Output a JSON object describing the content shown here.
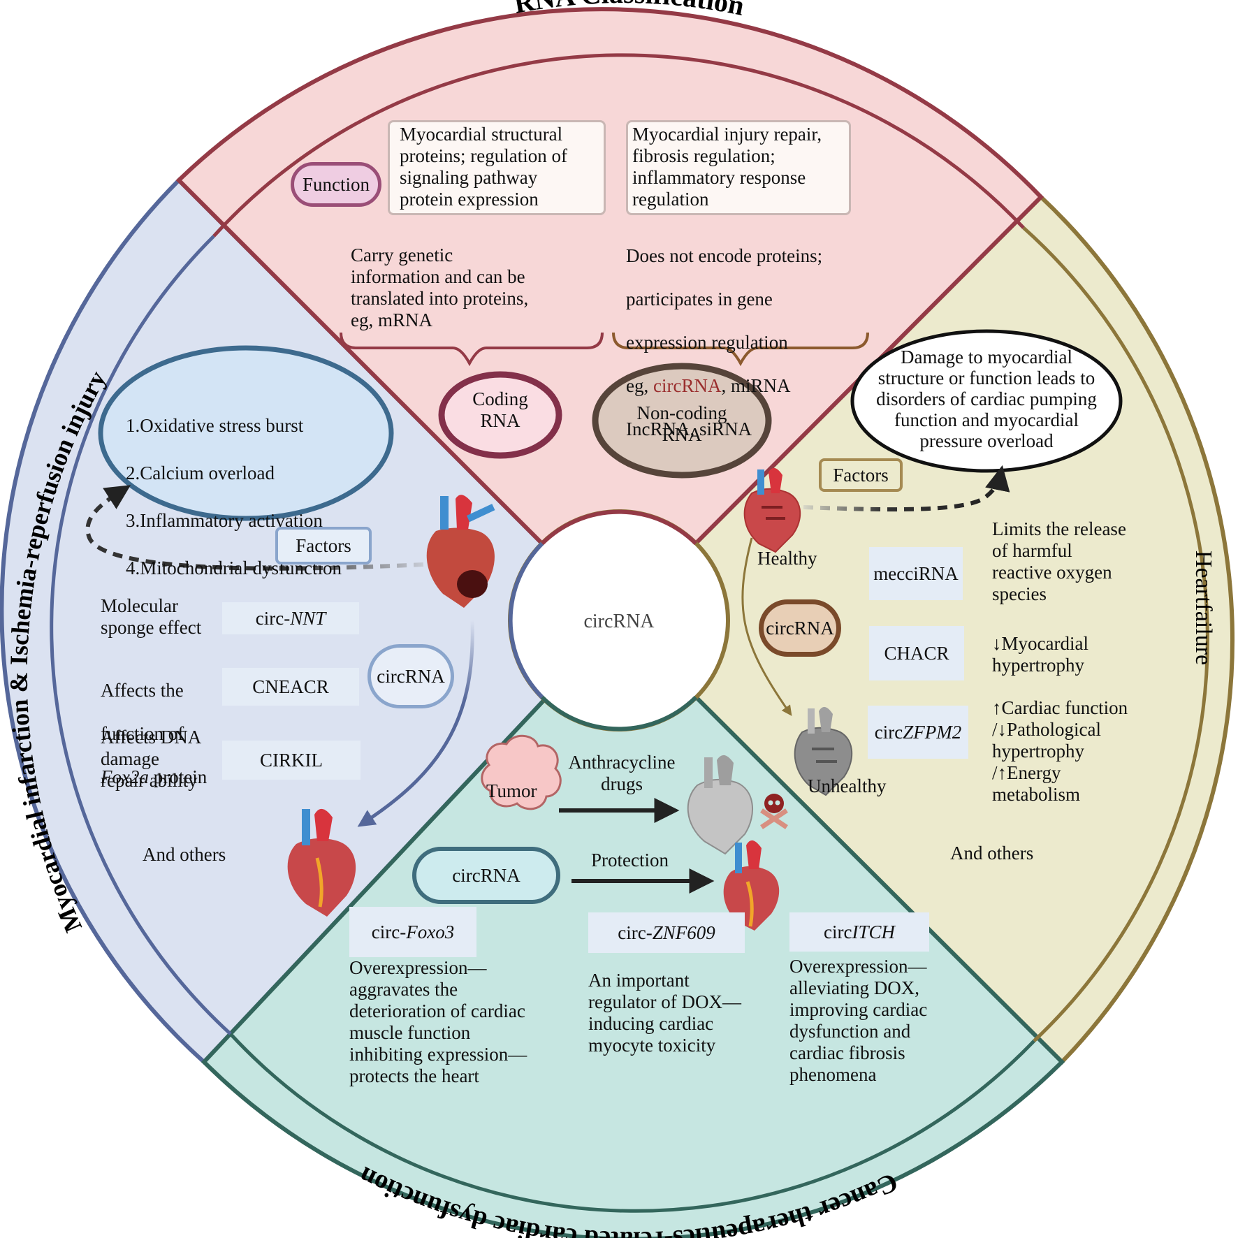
{
  "center": {
    "label": "circRNA"
  },
  "colors": {
    "rna_section_fill": "#f7d7d7",
    "rna_section_stroke": "#943a46",
    "mi_section_fill": "#dbe2f1",
    "mi_section_stroke": "#55679a",
    "hf_section_fill": "#eceacd",
    "hf_section_stroke": "#8c763a",
    "cancer_section_fill": "#c6e6e1",
    "cancer_section_stroke": "#33665c",
    "circrna_highlight": "#9a2e2e"
  },
  "rna_classification": {
    "title": "RNA Classification",
    "function_label": "Function",
    "coding_function": "Myocardial structural\nproteins; regulation of\nsignaling pathway\nprotein expression",
    "noncoding_function": "Myocardial injury repair,\nfibrosis regulation;\ninflammatory response\nregulation",
    "coding_desc": "Carry genetic\ninformation and can be\ntranslated into proteins,\neg, mRNA",
    "noncoding_desc_lines": [
      "Does not encode proteins;",
      "participates in gene",
      "expression regulation"
    ],
    "noncoding_examples_prefix": "eg, ",
    "noncoding_examples_highlight": "circRNA",
    "noncoding_examples_rest": ", miRNA",
    "noncoding_examples_line2": "IncRNA, siRNA",
    "coding_node": "Coding\nRNA",
    "noncoding_node": "Non-coding\nRNA"
  },
  "myocardial_infarction": {
    "title": "Myocardial infarction & Ischemia-reperfusion injury",
    "factors_list": [
      "1.Oxidative stress burst",
      "2.Calcium overload",
      "3.Inflammatory activation",
      "4.Mitochondrial dysfunction"
    ],
    "factors_label": "Factors",
    "circrna_label": "circRNA",
    "items": [
      {
        "effect": "Molecular\nsponge effect",
        "name_prefix": "circ-",
        "name_italic": "NNT",
        "name_suffix": ""
      },
      {
        "effect_line1": "Affects the",
        "effect_line2": "function of",
        "effect_italic": "Fox2a",
        "effect_tail": " protein",
        "name_prefix": "CNEACR",
        "name_italic": "",
        "name_suffix": ""
      },
      {
        "effect": "Affects DNA\ndamage\nrepair ability",
        "name_prefix": "CIRKIL",
        "name_italic": "",
        "name_suffix": ""
      }
    ],
    "and_others": "And others"
  },
  "heart_failure": {
    "title": "Heartfailure",
    "definition": "Damage to myocardial\nstructure or function leads to\ndisorders of cardiac pumping\nfunction and myocardial\npressure overload",
    "factors_label": "Factors",
    "healthy_label": "Healthy",
    "unhealthy_label": "Unhealthy",
    "circrna_label": "circRNA",
    "items": [
      {
        "name_prefix": "mecciRNA",
        "name_italic": "",
        "effect": "Limits the release\nof harmful\nreactive oxygen\nspecies"
      },
      {
        "name_prefix": "CHACR",
        "name_italic": "",
        "effect": "↓Myocardial\nhypertrophy"
      },
      {
        "name_prefix": "circ",
        "name_italic": "ZFPM2",
        "effect": "↑Cardiac function\n /↓Pathological\n hypertrophy\n/↑Energy\nmetabolism"
      }
    ],
    "and_others": "And others"
  },
  "cancer_therapy": {
    "title": "Cancer therapeutics-related cardiac dysfunction",
    "tumor_label": "Tumor",
    "drug_label": "Anthracycline\ndrugs",
    "circrna_label": "circRNA",
    "protection_label": "Protection",
    "items": [
      {
        "name_prefix": "circ-",
        "name_italic": "Foxo3",
        "effect": "Overexpression—\naggravates the\ndeterioration of cardiac\nmuscle function\ninhibiting expression—\nprotects the heart"
      },
      {
        "name_prefix": "circ-",
        "name_italic": "ZNF609",
        "effect": "An important\nregulator of DOX—\ninducing cardiac\nmyocyte toxicity"
      },
      {
        "name_prefix": "circ",
        "name_italic": "ITCH",
        "effect": "Overexpression—\nalleviating DOX,\nimproving cardiac\ndysfunction and\ncardiac fibrosis\nphenomena"
      }
    ]
  }
}
